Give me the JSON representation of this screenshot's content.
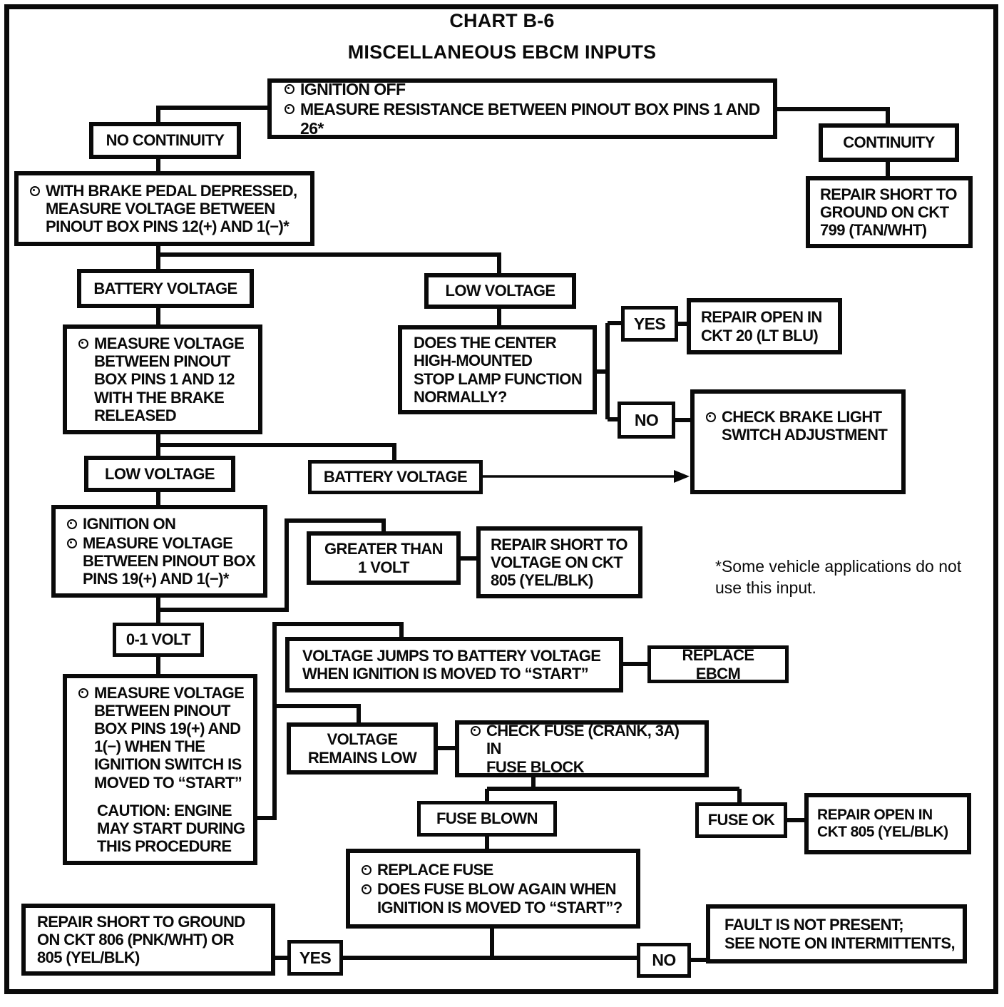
{
  "title": {
    "chart": "CHART B-6",
    "subtitle": "MISCELLANEOUS EBCM INPUTS"
  },
  "footnote": "*Some vehicle applications do not\nuse this input.",
  "colors": {
    "ink": "#0a0a0a",
    "paper": "#ffffff"
  },
  "boxes": {
    "start": {
      "bullets": [
        "IGNITION OFF",
        "MEASURE RESISTANCE BETWEEN PINOUT BOX PINS 1 AND 26*"
      ]
    },
    "no_continuity": "NO CONTINUITY",
    "continuity": "CONTINUITY",
    "repair_short_ground_799": "REPAIR SHORT TO\nGROUND ON CKT\n799 (TAN/WHT)",
    "brake_pedal_depressed": {
      "bullets": [
        "WITH BRAKE PEDAL DEPRESSED,\nMEASURE VOLTAGE BETWEEN\nPINOUT BOX PINS 12(+) AND 1(−)*"
      ]
    },
    "battery_voltage_1": "BATTERY VOLTAGE",
    "low_voltage_1": "LOW VOLTAGE",
    "measure_pins_1_12": {
      "bullets": [
        "MEASURE VOLTAGE\nBETWEEN PINOUT\nBOX PINS 1 AND 12\nWITH THE BRAKE\nRELEASED"
      ]
    },
    "stop_lamp_question": "DOES THE CENTER\nHIGH-MOUNTED\nSTOP LAMP FUNCTION\nNORMALLY?",
    "yes_1": "YES",
    "no_1": "NO",
    "repair_open_ckt20": "REPAIR OPEN IN\nCKT 20 (LT BLU)",
    "check_brake_light": {
      "bullets": [
        "CHECK BRAKE LIGHT\nSWITCH ADJUSTMENT"
      ]
    },
    "low_voltage_2": "LOW VOLTAGE",
    "battery_voltage_2": "BATTERY VOLTAGE",
    "ignition_on": {
      "bullets": [
        "IGNITION ON",
        "MEASURE VOLTAGE\nBETWEEN PINOUT BOX\nPINS 19(+) AND 1(−)*"
      ]
    },
    "greater_than_1v": "GREATER THAN\n1 VOLT",
    "repair_short_voltage_805": "REPAIR SHORT TO\nVOLTAGE ON CKT\n805 (YEL/BLK)",
    "volt_0_1": "0-1 VOLT",
    "voltage_jumps": "VOLTAGE JUMPS TO BATTERY VOLTAGE\nWHEN IGNITION IS MOVED TO “START”",
    "replace_ebcm": "REPLACE EBCM",
    "measure_pins_19_start": {
      "bullets": [
        "MEASURE VOLTAGE\nBETWEEN PINOUT\nBOX PINS 19(+) AND\n1(−) WHEN THE\nIGNITION SWITCH IS\nMOVED TO “START”"
      ],
      "caution": "CAUTION: ENGINE\nMAY START DURING\nTHIS PROCEDURE"
    },
    "voltage_remains_low": "VOLTAGE\nREMAINS LOW",
    "check_fuse": {
      "bullets": [
        "CHECK FUSE (CRANK, 3A) IN\nFUSE BLOCK"
      ]
    },
    "fuse_blown": "FUSE BLOWN",
    "fuse_ok": "FUSE OK",
    "repair_open_805": "REPAIR OPEN IN\nCKT 805 (YEL/BLK)",
    "replace_fuse": {
      "bullets": [
        "REPLACE FUSE",
        "DOES FUSE BLOW AGAIN WHEN\nIGNITION IS MOVED TO “START”?"
      ]
    },
    "repair_short_ground_806": "REPAIR SHORT TO GROUND\nON CKT 806 (PNK/WHT) OR\n805 (YEL/BLK)",
    "yes_2": "YES",
    "no_2": "NO",
    "fault_not_present": "FAULT IS NOT PRESENT;\nSEE NOTE ON INTERMITTENTS,"
  }
}
